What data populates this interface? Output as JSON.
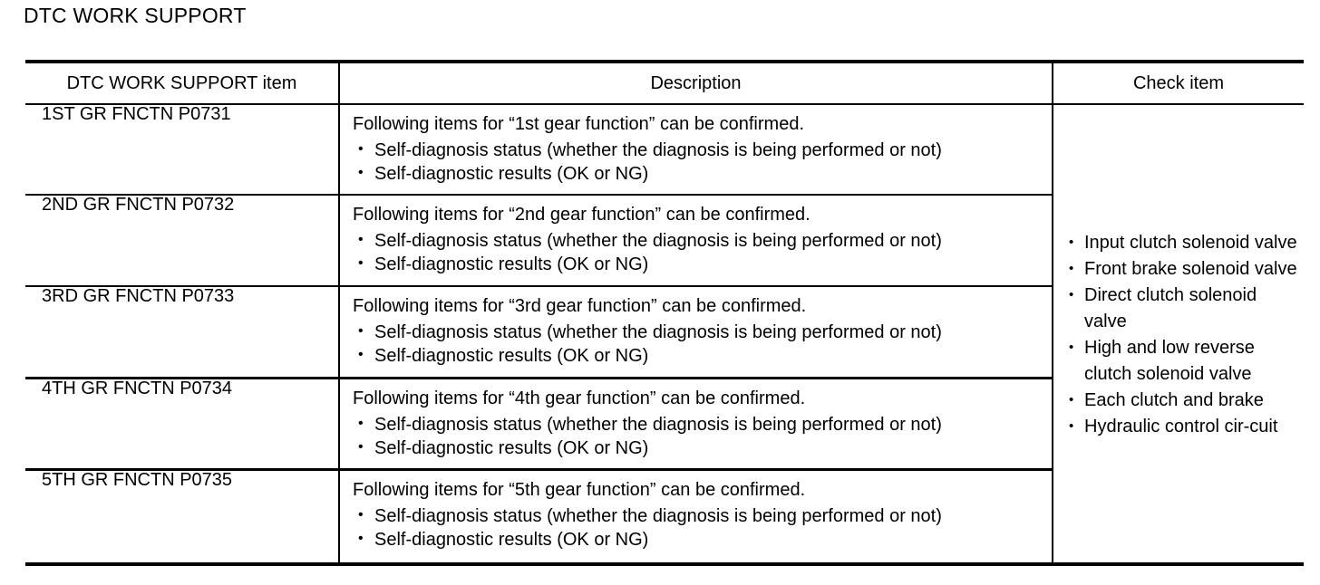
{
  "page": {
    "title": "DTC WORK SUPPORT"
  },
  "table": {
    "headers": {
      "item": "DTC WORK SUPPORT item",
      "description": "Description",
      "check": "Check item"
    },
    "rows": [
      {
        "item": "1ST GR FNCTN P0731",
        "lead": "Following items for “1st gear function” can be confirmed.",
        "bullets": [
          "Self-diagnosis status (whether the diagnosis is being performed or not)",
          "Self-diagnostic results (OK or NG)"
        ]
      },
      {
        "item": "2ND GR FNCTN P0732",
        "lead": "Following items for “2nd gear function” can be confirmed.",
        "bullets": [
          "Self-diagnosis status (whether the diagnosis is being performed or not)",
          "Self-diagnostic results (OK or NG)"
        ]
      },
      {
        "item": "3RD GR FNCTN P0733",
        "lead": "Following items for “3rd gear function” can be confirmed.",
        "bullets": [
          "Self-diagnosis status (whether the diagnosis is being performed or not)",
          "Self-diagnostic results (OK or NG)"
        ]
      },
      {
        "item": "4TH GR FNCTN P0734",
        "lead": "Following items for “4th gear function” can be confirmed.",
        "bullets": [
          "Self-diagnosis status (whether the diagnosis is being performed or not)",
          "Self-diagnostic results (OK or NG)"
        ]
      },
      {
        "item": "5TH GR FNCTN P0735",
        "lead": "Following items for “5th gear function” can be confirmed.",
        "bullets": [
          "Self-diagnosis status (whether the diagnosis is being performed or not)",
          "Self-diagnostic results (OK or NG)"
        ]
      }
    ],
    "check_items": [
      "Input clutch solenoid valve",
      "Front brake solenoid valve",
      "Direct clutch solenoid valve",
      "High and low reverse clutch solenoid valve",
      "Each clutch and brake",
      "Hydraulic control cir-​cuit"
    ]
  }
}
